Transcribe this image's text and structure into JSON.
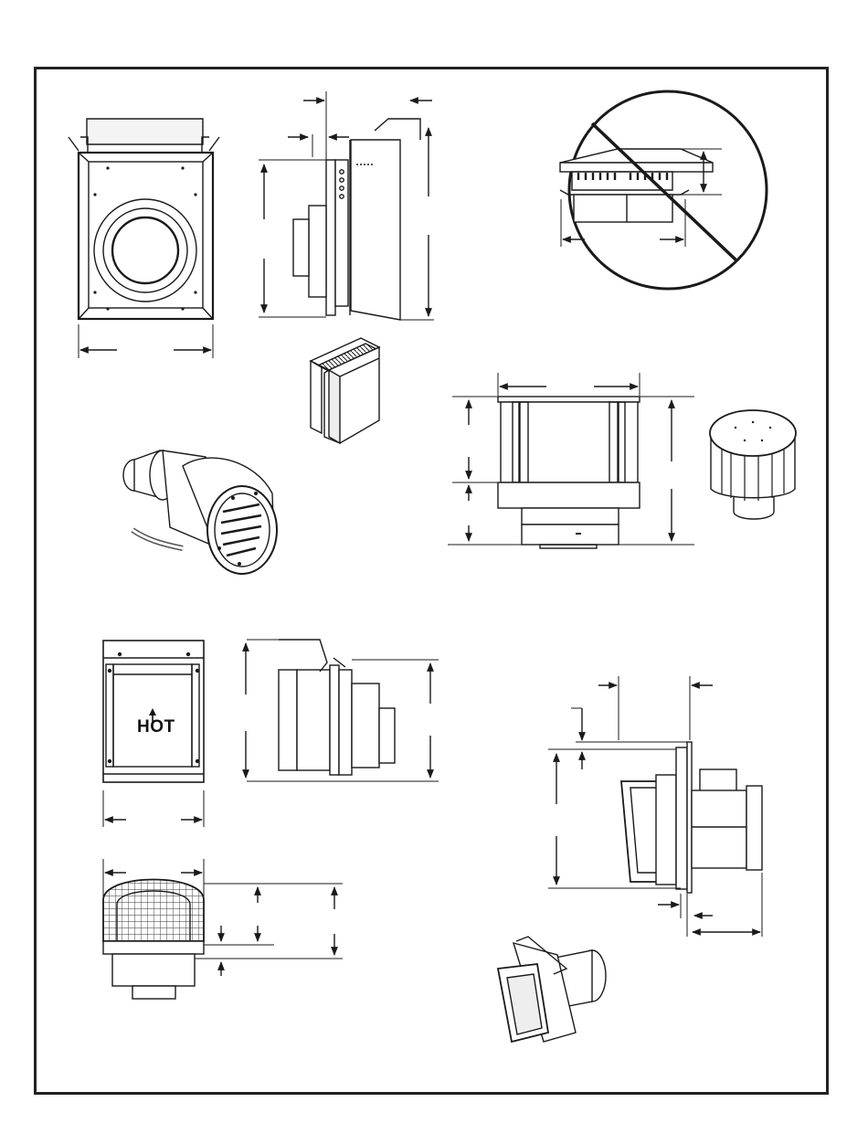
{
  "hot_label": "HOT",
  "colors": {
    "line": "#1a1a1a",
    "fill_light": "#f2f2f2",
    "fill_mid": "#d9d9d9",
    "fill_dark": "#8c8c8c",
    "background": "#ffffff"
  },
  "figures": [
    {
      "name": "square-termination-front-view",
      "description_visible": false
    },
    {
      "name": "square-termination-side-view"
    },
    {
      "name": "prohibited-round-cap-circle"
    },
    {
      "name": "square-termination-isometric"
    },
    {
      "name": "power-vent-isometric"
    },
    {
      "name": "vertical-cap-front-view"
    },
    {
      "name": "vertical-cap-isometric"
    },
    {
      "name": "heat-shield-front-view"
    },
    {
      "name": "heat-shield-side-view"
    },
    {
      "name": "guard-cap-front-view"
    },
    {
      "name": "horizontal-termination-side-view"
    },
    {
      "name": "horizontal-termination-isometric"
    }
  ]
}
